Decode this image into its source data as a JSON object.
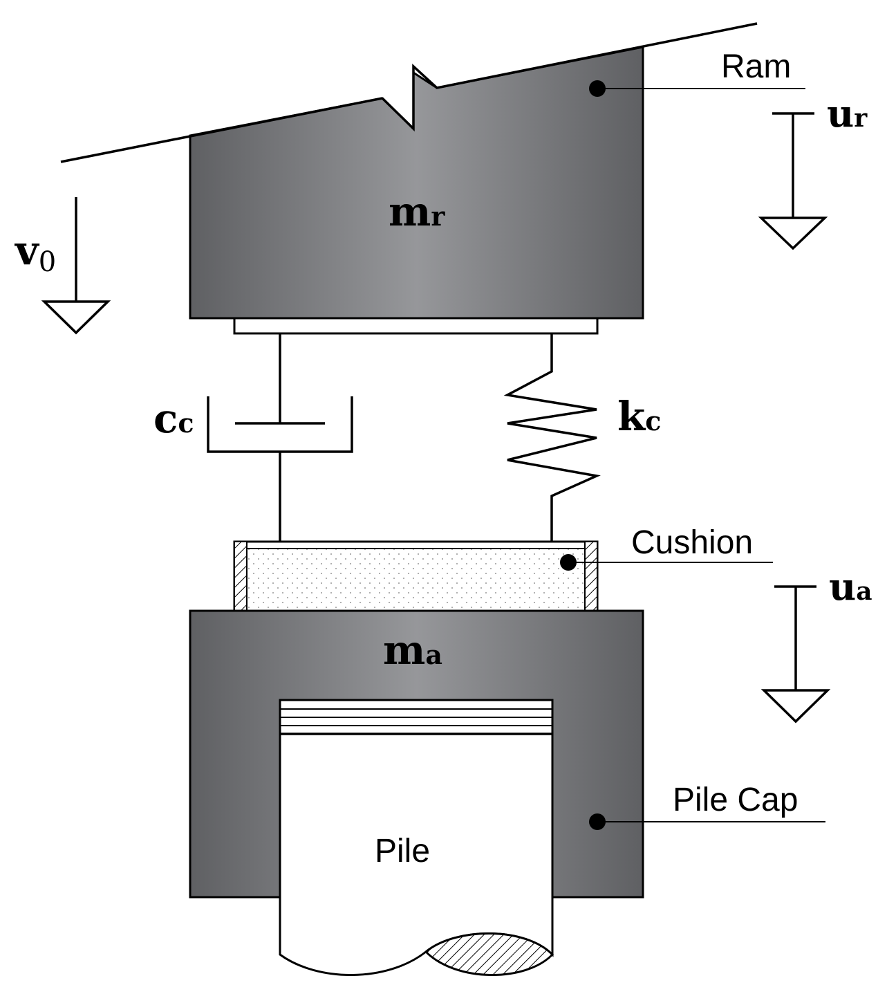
{
  "labels": {
    "ram": "Ram",
    "cushion": "Cushion",
    "pile_cap": "Pile Cap",
    "pile": "Pile"
  },
  "symbols": {
    "v0": {
      "main": "v",
      "sub": "0"
    },
    "ur": {
      "main": "u",
      "sub": "r"
    },
    "ua": {
      "main": "u",
      "sub": "a"
    },
    "mr": {
      "main": "m",
      "sub": "r"
    },
    "ma": {
      "main": "m",
      "sub": "a"
    },
    "cc": {
      "main": "c",
      "sub": "c"
    },
    "kc": {
      "main": "k",
      "sub": "c"
    }
  },
  "colors": {
    "mass_dark": "#5f6063",
    "mass_light": "#96979a",
    "line": "#000000",
    "background": "#ffffff"
  }
}
